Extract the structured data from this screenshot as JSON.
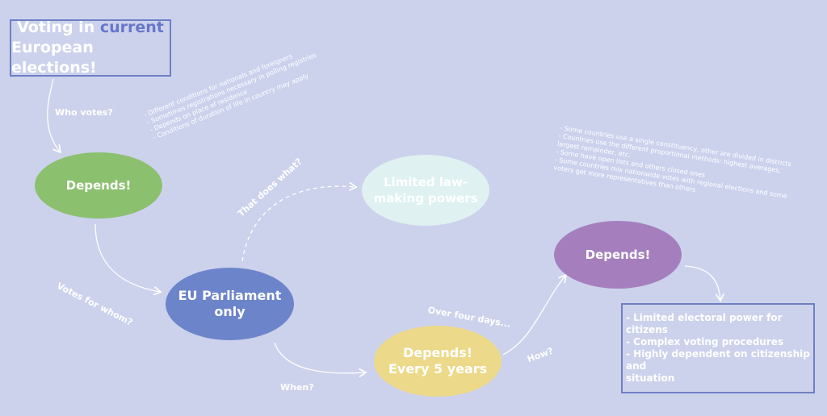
{
  "title": {
    "line1_before": "Voting in ",
    "line1_accent": "current",
    "line2": "European elections!"
  },
  "nodes": {
    "green": {
      "line1": "Depends!",
      "line2": ""
    },
    "blue": {
      "line1": "EU Parliament",
      "line2": "only"
    },
    "light": {
      "line1": "Limited law-",
      "line2": "making powers"
    },
    "yellow": {
      "line1": "Depends!",
      "line2": "Every 5 years"
    },
    "purple": {
      "line1": "Depends!",
      "line2": ""
    }
  },
  "edge_labels": {
    "who_votes": "Who votes?",
    "votes_for_whom": "Votes for whom?",
    "that_does_what": "That does what?",
    "when": "When?",
    "over_four_days": "Over four days...",
    "how": "How?"
  },
  "notes_green": [
    "- Different conditions for nationals and foreigners",
    "- Sometimes registrations necessary in polling registries",
    "- Depends on place of residence",
    "- Conditions of duration of life in country may apply"
  ],
  "notes_purple": [
    "- Some countries use a single constituency, other are divided in districts",
    "- Countries use the different proportional methods: highest averages,",
    "  largest remainder, etc.",
    "- Some have open lists and others closed ones",
    "- Some countries mix nationwide votes with regional elections and some",
    "  voters get more representatives than others"
  ],
  "outcome": [
    "- Limited electoral power for citizens",
    "- Complex voting procedures",
    "- Highly dependent on citizenship and",
    "situation"
  ],
  "colors": {
    "background": "#ccd2ec",
    "green": "#8bc06e",
    "blue": "#6c84c9",
    "light": "#dff1f1",
    "yellow": "#ecd98a",
    "purple": "#a57fbd",
    "accent": "#6677c9"
  }
}
